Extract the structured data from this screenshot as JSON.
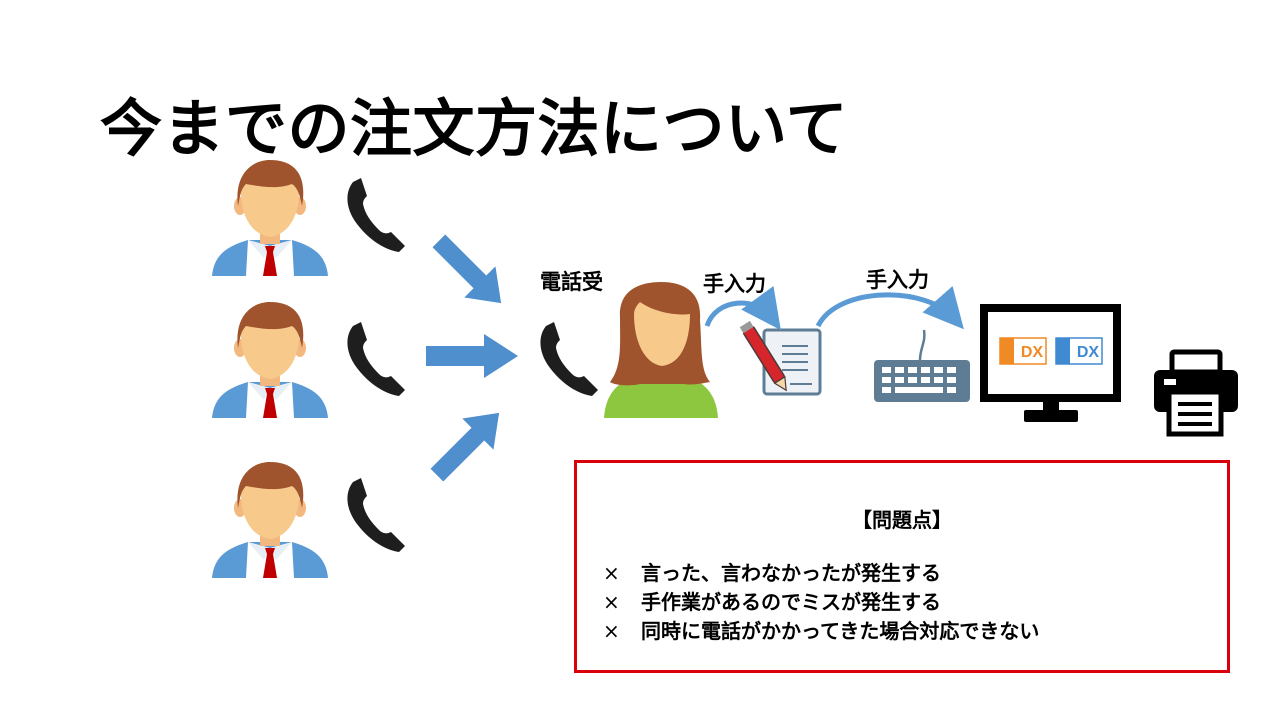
{
  "slide": {
    "title": "今までの注文方法について"
  },
  "flow": {
    "phone_receive_label": "電話受",
    "manual_input_label_1": "手入力",
    "manual_input_label_2": "手入力"
  },
  "monitor": {
    "card_text": "DX"
  },
  "problems": {
    "heading": "【問題点】",
    "mark": "×",
    "items": [
      "言った、言わなかったが発生する",
      "手作業があるのでミスが発生する",
      "同時に電話がかかってきた場合対応できない"
    ]
  },
  "colors": {
    "arrow_blue": "#4f8fce",
    "border_red": "#d9000c",
    "skin": "#f7c98b",
    "hair_brown": "#a0542d",
    "shirt_blue": "#5b9bd5",
    "tie_red": "#c00000",
    "woman_top_green": "#8dc63f",
    "keyboard_grey": "#5e7d94",
    "card_orange": "#f08a24",
    "card_blue": "#3f8ad1"
  }
}
